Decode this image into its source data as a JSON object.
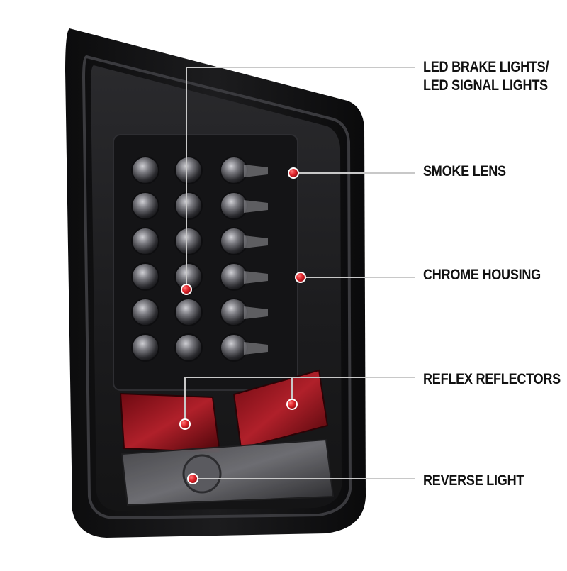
{
  "product": {
    "description": "Smoked LED tail light assembly with chrome housing",
    "lens_color": "#1a1a1c",
    "accent_color": "#e0242b"
  },
  "callouts": [
    {
      "lines": [
        "LED BRAKE LIGHTS/",
        "LED SIGNAL LIGHTS"
      ]
    },
    {
      "lines": [
        "SMOKE LENS"
      ]
    },
    {
      "lines": [
        "CHROME HOUSING"
      ]
    },
    {
      "lines": [
        "REFLEX REFLECTORS"
      ]
    },
    {
      "lines": [
        "REVERSE LIGHT"
      ]
    }
  ]
}
